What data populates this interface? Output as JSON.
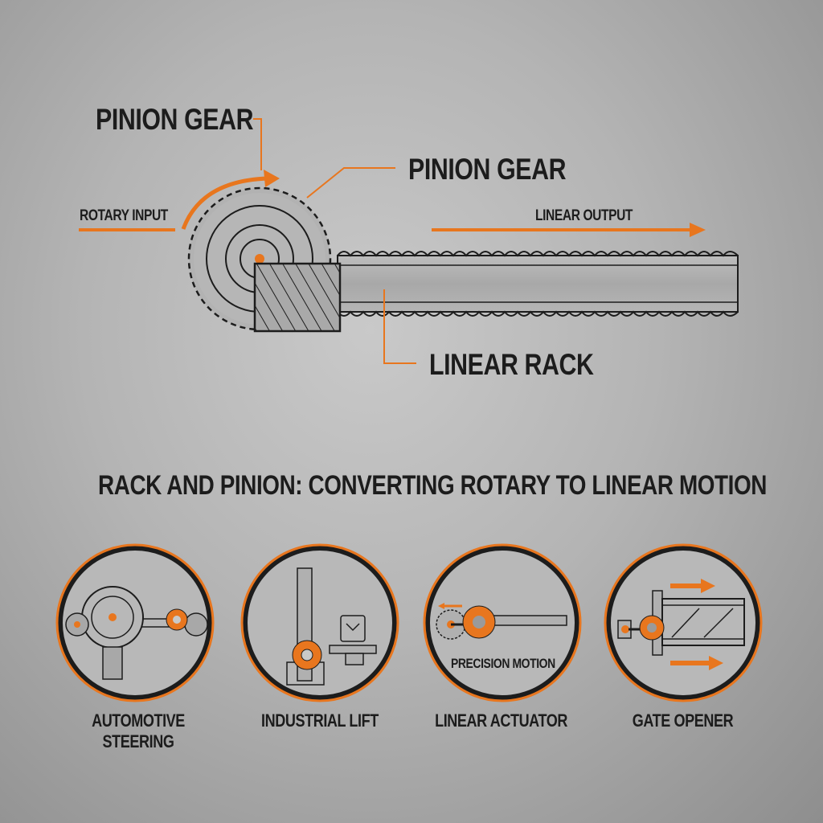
{
  "diagram": {
    "labels": {
      "pinion_gear_top": "PINION GEAR",
      "pinion_gear_right": "PINION GEAR",
      "rotary_input": "ROTARY INPUT",
      "linear_output": "LINEAR OUTPUT",
      "linear_rack": "LINEAR RACK"
    },
    "title": "RACK AND PINION: CONVERTING ROTARY TO LINEAR MOTION",
    "applications": [
      {
        "label": "AUTOMOTIVE STEERING",
        "icon": "steering-wheel-icon"
      },
      {
        "label": "INDUSTRIAL LIFT",
        "icon": "lift-icon"
      },
      {
        "label": "LINEAR ACTUATOR",
        "icon": "actuator-icon",
        "inner_label": "PRECISION MOTION"
      },
      {
        "label": "GATE OPENER",
        "icon": "gate-icon"
      }
    ],
    "colors": {
      "accent": "#e8761e",
      "ink": "#1c1c1c",
      "background": "#b8b8b8"
    }
  }
}
